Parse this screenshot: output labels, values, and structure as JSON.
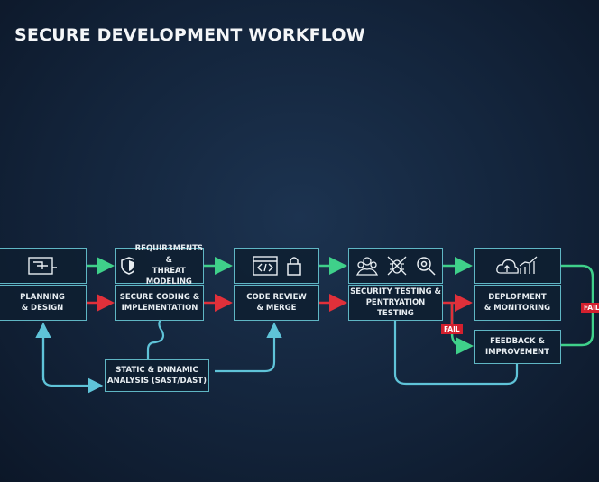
{
  "title": "SECURE DEVELOPMENT WORKFLOW",
  "boxes": {
    "planning": {
      "line1": "PLANNING",
      "line2": "& DESIGN"
    },
    "requirements": {
      "line1": "REQUIR3MENTS &",
      "line2": "THREAT MODELING"
    },
    "coding": {
      "line1": "SECURE CODING &",
      "line2": "IMPLEMENTATION"
    },
    "review": {
      "line1": "CODE REVIEW",
      "line2": "& MERGE"
    },
    "testing": {
      "line1": "SECURITY TESTING &",
      "line2": "PENTRYATION TESTING"
    },
    "deploy": {
      "line1": "DEPLOFMENT",
      "line2": "& MONITORING"
    },
    "feedback": {
      "line1": "FEEDBACK &",
      "line2": "IMPROVEMENT"
    },
    "analysis": {
      "line1": "STATIC & DNNAMIC",
      "line2": "ANALYSIS (SAST/DAST)"
    }
  },
  "labels": {
    "fail1": "FAIL",
    "fail2": "FAIL"
  },
  "colors": {
    "green": "#3fd08a",
    "red": "#e0303a",
    "cyan": "#5fc3d8"
  }
}
